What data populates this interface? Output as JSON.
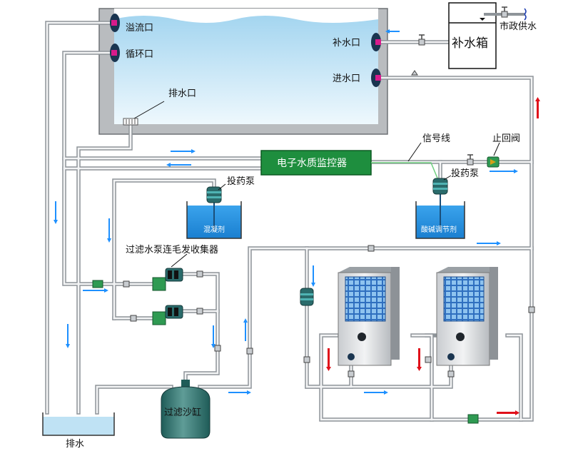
{
  "labels": {
    "overflow_port": "溢流口",
    "circulation_port": "循环口",
    "drain_port": "排水口",
    "makeup_port": "补水口",
    "inlet_port": "进水口",
    "makeup_tank": "补水箱",
    "municipal_water": "市政供水",
    "signal_line": "信号线",
    "check_valve": "止回阀",
    "monitor": "电子水质监控器",
    "dosing_pump_left": "投药泵",
    "dosing_pump_right": "投药泵",
    "coagulant": "混凝剂",
    "ph_regulator": "酸碱调节剂",
    "filter_pump": "过滤水泵连毛发收集器",
    "sand_filter": "过滤沙缸",
    "drain": "排水"
  },
  "colors": {
    "pipe": "#8e9499",
    "water": "#bfe2f4",
    "monitor": "#1e8e3e",
    "flow_arrow_blue": "#1e90ff",
    "flow_arrow_red": "#e0101a",
    "chemical": "#1e8fe0"
  },
  "icons": [
    "valve-icon",
    "pump-icon",
    "heat-pump-unit-icon",
    "sand-filter-icon",
    "flow-arrow-icon"
  ]
}
